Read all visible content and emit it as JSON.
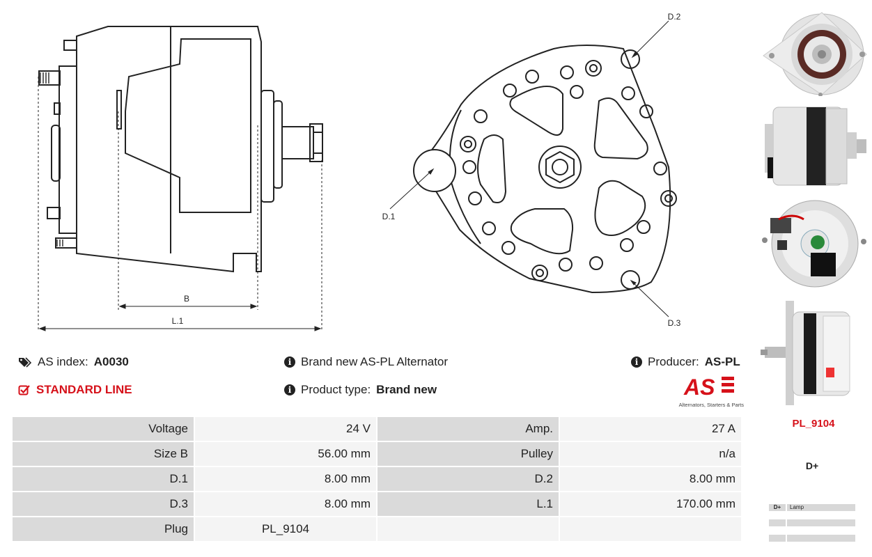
{
  "drawing": {
    "dim_b": "B",
    "dim_l1": "L.1",
    "d1": "D.1",
    "d2": "D.2",
    "d3": "D.3"
  },
  "info": {
    "as_index_label": "AS index:",
    "as_index_value": "A0030",
    "line": "STANDARD LINE",
    "description": "Brand new AS-PL Alternator",
    "product_type_label": "Product type:",
    "product_type_value": "Brand new",
    "producer_label": "Producer:",
    "producer_value": "AS-PL",
    "logo_text": "AS",
    "logo_tagline": "Alternators, Starters & Parts"
  },
  "specs": [
    [
      "Voltage",
      "24 V",
      "Amp.",
      "27 A"
    ],
    [
      "Size B",
      "56.00 mm",
      "Pulley",
      "n/a"
    ],
    [
      "D.1",
      "8.00 mm",
      "D.2",
      "8.00 mm"
    ],
    [
      "D.3",
      "8.00 mm",
      "L.1",
      "170.00 mm"
    ],
    [
      "Plug",
      "PL_9104",
      "",
      ""
    ]
  ],
  "plug": {
    "code": "PL_9104",
    "terminal": "D+",
    "legend": [
      {
        "pin": "D+",
        "desc": "Lamp"
      },
      {
        "pin": "",
        "desc": ""
      },
      {
        "pin": "",
        "desc": ""
      }
    ]
  },
  "colors": {
    "accent": "#d6111a",
    "label_bg": "#dadada",
    "cell_bg": "#f4f4f4"
  }
}
